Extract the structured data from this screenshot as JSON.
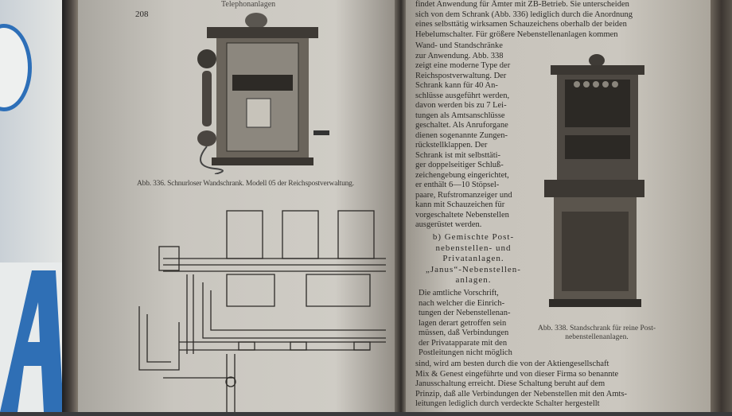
{
  "left_page": {
    "page_number": "208",
    "running_head": "Telephonanlagen",
    "fig336_caption": "Abb. 336.  Schnurloser Wandschrank.  Modell 05 der Reichspostverwaltung."
  },
  "right_page": {
    "top_lines": [
      "findet Anwendung für Ämter mit ZB-Betrieb. Sie unterscheiden",
      "sich von dem Schrank (Abb. 336) lediglich durch die Anordnung",
      "eines selbsttätig wirksamen Schauzeichens oberhalb der beiden",
      "Hebelumschalter.  Für größere Nebenstellenanlagen kommen"
    ],
    "column_lines": [
      "Wand- und Standschränke",
      "zur Anwendung.  Abb. 338",
      "zeigt eine moderne Type der",
      "Reichspostverwaltung.  Der",
      "Schrank kann für 40 An-",
      "schlüsse ausgeführt werden,",
      "davon werden bis zu 7 Lei-",
      "tungen als Amtsanschlüsse",
      "geschaltet.  Als Anruforgane",
      "dienen sogenannte Zungen-",
      "rückstellklappen.        Der",
      "Schrank ist mit selbsttäti-",
      "ger doppelseitiger Schluß-",
      "zeichengebung eingerichtet,",
      "er enthält 6—10 Stöpsel-",
      "paare, Rufstromanzeiger und",
      "kann mit Schauzeichen für",
      "vorgeschaltete Nebenstellen",
      "ausgerüstet werden."
    ],
    "section_heading": [
      "b) Gemischte Post-",
      "nebenstellen- und",
      "Privatanlagen.",
      "„Janus“-Nebenstellen-",
      "anlagen."
    ],
    "para2_column_lines": [
      "Die amtliche Vorschrift,",
      "nach welcher die Einrich-",
      "tungen der Nebenstellenan-",
      "lagen derart getroffen sein",
      "müssen, daß Verbindungen",
      "der Privatapparate mit den",
      "Postleitungen nicht möglich"
    ],
    "para2_full_lines": [
      "sind, wird am besten durch die von der Aktiengesellschaft",
      "Mix & Genest eingeführte und von dieser Firma so benannte",
      "Janusschaltung erreicht. Diese Schaltung beruht auf dem",
      "Prinzip, daß alle Verbindungen der Nebenstellen mit den Amts-",
      "leitungen lediglich durch verdeckte Schalter hergestellt"
    ],
    "fig338_caption": [
      "Abb. 338. Standschrank für reine Post-",
      "nebenstellenanlagen."
    ]
  }
}
